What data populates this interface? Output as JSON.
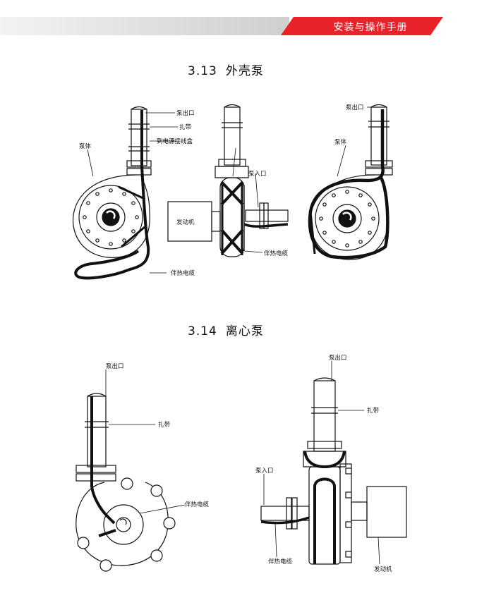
{
  "header": {
    "title": "安装与操作手册"
  },
  "sections": [
    {
      "number": "3.13",
      "title": "外壳泵"
    },
    {
      "number": "3.14",
      "title": "离心泵"
    }
  ],
  "labels": {
    "pump_outlet": "泵出口",
    "strap": "扎带",
    "to_junction_box": "到电源接线盒",
    "pump_body": "泵体",
    "pump_inlet": "泵入口",
    "motor": "发动机",
    "heat_tracing_cable": "伴热电缆"
  }
}
